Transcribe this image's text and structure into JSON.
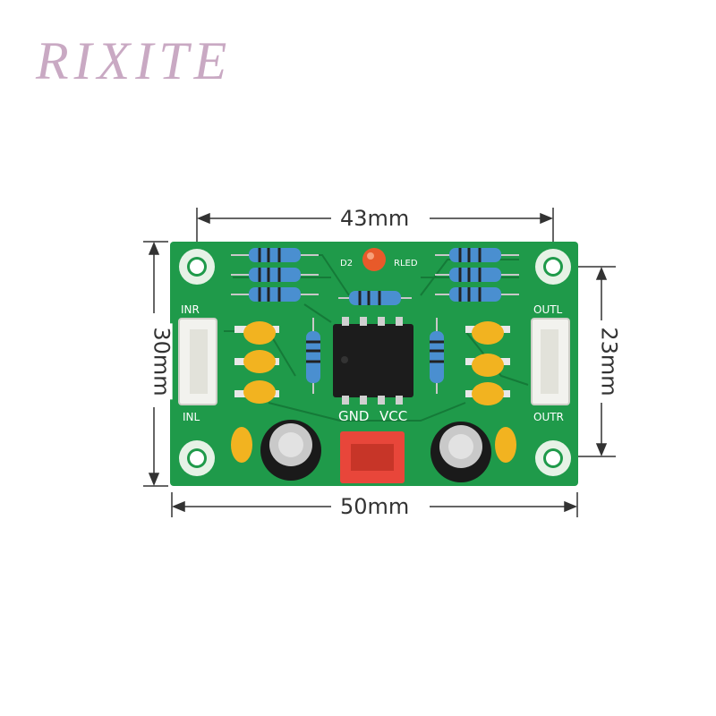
{
  "brand": {
    "text": "RIXITE"
  },
  "dimensions": {
    "hole_spacing_width": "43mm",
    "board_width": "50mm",
    "board_height": "30mm",
    "hole_spacing_height": "23mm"
  },
  "silkscreen": {
    "inr": "INR",
    "inl": "INL",
    "outl": "OUTL",
    "outr": "OUTR",
    "gnd": "GND",
    "vcc": "VCC",
    "d2": "D2",
    "rled": "RLED"
  },
  "colors": {
    "pcb": "#1f9a4a",
    "pcb_dark": "#157a38",
    "connector_white": "#f2f2ee",
    "power_connector": "#e8463a",
    "capacitor_yellow": "#f2b320",
    "resistor_blue": "#4a8fd0",
    "led_red": "#e85a2a"
  }
}
